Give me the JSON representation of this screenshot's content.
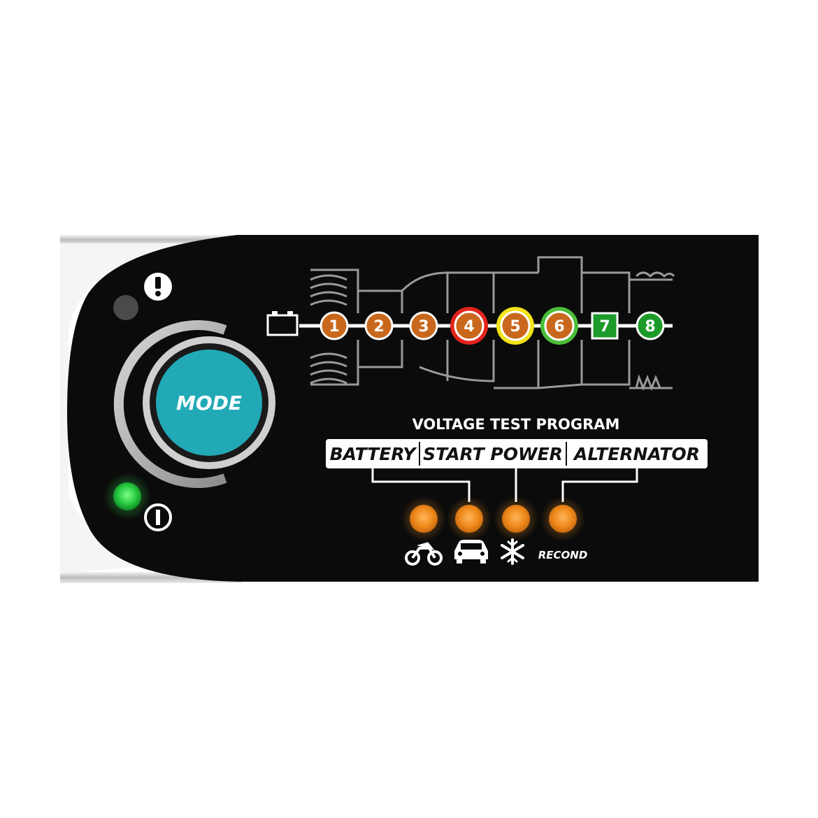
{
  "device": {
    "mode_label": "MODE",
    "program_title": "VOLTAGE TEST PROGRAM",
    "test_labels": [
      "BATTERY",
      "START POWER",
      "ALTERNATOR"
    ],
    "recond_label": "RECOND",
    "steps": [
      {
        "label": "1",
        "color": "#c9681c",
        "ring": "#c9681c"
      },
      {
        "label": "2",
        "color": "#c9681c",
        "ring": "#c9681c"
      },
      {
        "label": "3",
        "color": "#c9681c",
        "ring": "#c9681c"
      },
      {
        "label": "4",
        "color": "#c9681c",
        "ring": "#e3241c"
      },
      {
        "label": "5",
        "color": "#c9681c",
        "ring": "#f2e21a"
      },
      {
        "label": "6",
        "color": "#c9681c",
        "ring": "#4bbd3a"
      },
      {
        "label": "7",
        "color": "#1c9b2a",
        "ring": "#1c9b2a"
      },
      {
        "label": "8",
        "color": "#1c9b2a",
        "ring": "#1c9b2a"
      }
    ],
    "indicator_icons": [
      "motorcycle-icon",
      "car-icon",
      "snowflake-icon"
    ],
    "colors": {
      "panel": "#0b0b0b",
      "mode_button": "#21a9b6",
      "power_led": "#27c93f",
      "program_led": "#f08a1c",
      "warning_led": "#4a4a4a"
    }
  }
}
